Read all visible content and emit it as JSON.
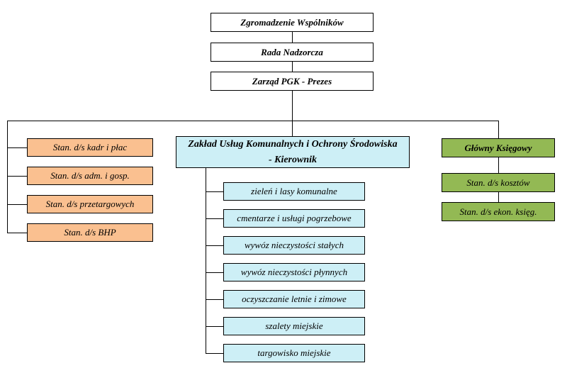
{
  "nodes": {
    "top": [
      "Zgromadzenie Wspólników",
      "Rada Nadzorcza",
      "Zarząd PGK - Prezes"
    ],
    "admin": [
      "Stan. d/s kadr i płac",
      "Stan. d/s  adm. i gosp.",
      "Stan. d/s przetargowych",
      "Stan. d/s BHP"
    ],
    "zaklad_header": {
      "line1": "Zakład Usług Komunalnych i Ochrony Środowiska",
      "line2": "- Kierownik"
    },
    "zaklad_units": [
      "zieleń i lasy komunalne",
      "cmentarze i usługi pogrzebowe",
      "wywóz nieczystości stałych",
      "wywóz nieczystości płynnych",
      "oczyszczanie letnie i zimowe",
      "szalety miejskie",
      "targowisko miejskie"
    ],
    "accounting": [
      "Główny Księgowy",
      "Stan. d/s kosztów",
      "Stan. d/s  ekon. księg."
    ]
  },
  "colors": {
    "white_box": "#ffffff",
    "orange_box": "#fac090",
    "blue_box": "#cdeff6",
    "green_box": "#93b954",
    "connector": "#000000"
  }
}
